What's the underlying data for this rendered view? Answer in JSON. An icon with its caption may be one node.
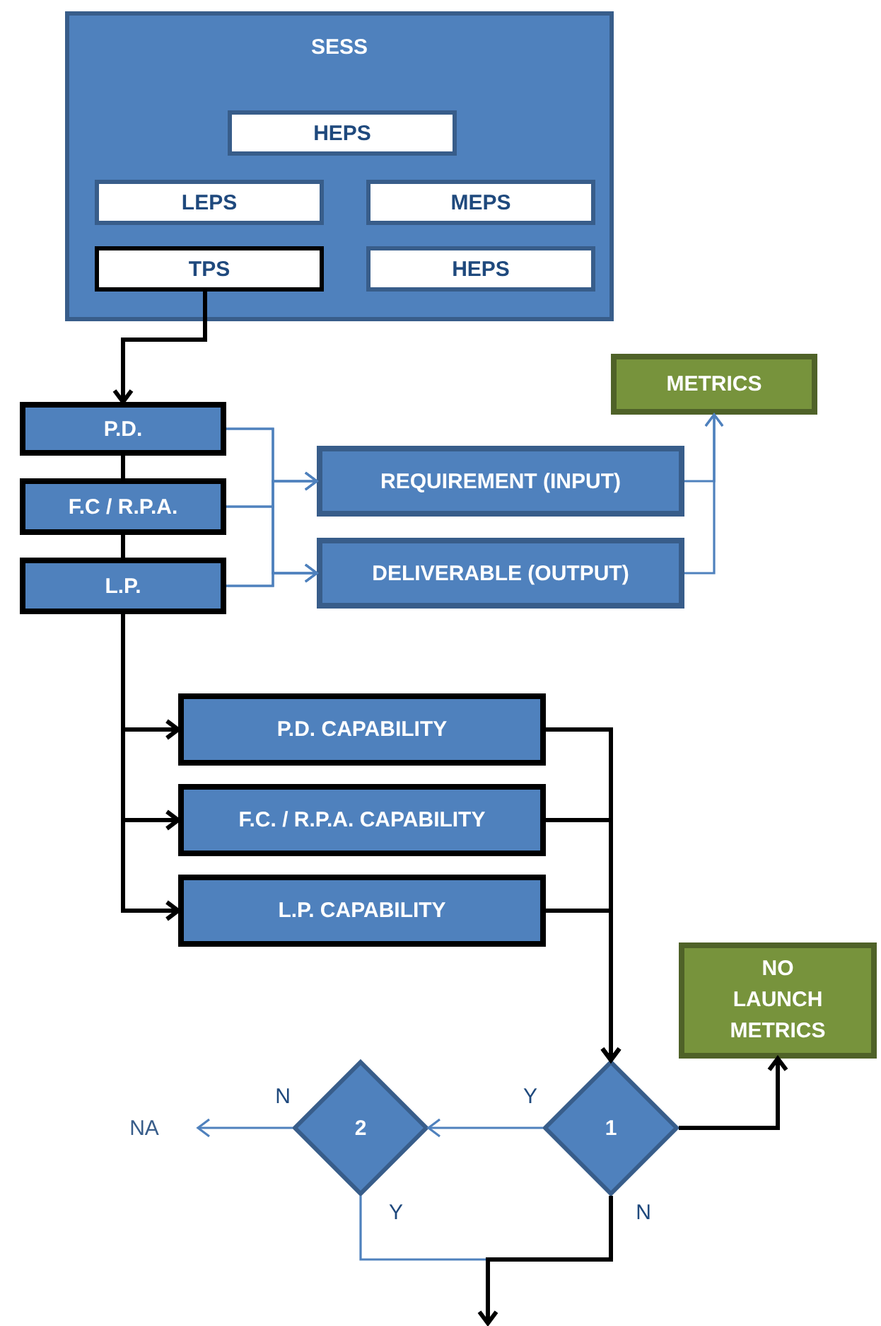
{
  "diagram": {
    "nodes": [
      {
        "text": [
          "SESS"
        ]
      },
      {
        "text": [
          "HEPS"
        ],
        "in": 0
      },
      {
        "text": [
          "LEPS"
        ],
        "in": 0
      },
      {
        "text": [
          "MEPS"
        ],
        "in": 0
      },
      {
        "text": [
          "TPS"
        ],
        "in": 0
      },
      {
        "text": [
          "HEPS"
        ],
        "in": 0
      },
      {
        "text": [
          "P.D."
        ]
      },
      {
        "text": [
          "F.C / R.P.A."
        ]
      },
      {
        "text": [
          "L.P."
        ]
      },
      {
        "text": [
          "REQUIREMENT (INPUT)"
        ]
      },
      {
        "text": [
          "DELIVERABLE (OUTPUT)"
        ]
      },
      {
        "text": [
          "METRICS"
        ]
      },
      {
        "text": [
          "P.D. CAPABILITY"
        ]
      },
      {
        "text": [
          "F.C. / R.P.A. CAPABILITY"
        ]
      },
      {
        "text": [
          "L.P. CAPABILITY"
        ]
      },
      {
        "text": [
          "1"
        ]
      },
      {
        "text": [
          "NO LAUNCH METRICS"
        ]
      },
      {
        "text": [
          "2"
        ]
      },
      {
        "text": [
          "NA"
        ]
      }
    ],
    "edges": [
      {
        "from": 4,
        "to": 6,
        "arrow": "to"
      },
      {
        "from": 6,
        "to": 7,
        "arrow": "none"
      },
      {
        "from": 7,
        "to": 8,
        "arrow": "none"
      },
      {
        "from": 6,
        "to": 9,
        "arrow": "to",
        "color": "#4f81bd"
      },
      {
        "from": 6,
        "to": 10,
        "arrow": "to",
        "color": "#4f81bd"
      },
      {
        "from": 7,
        "to": 9,
        "arrow": "to",
        "color": "#4f81bd"
      },
      {
        "from": 7,
        "to": 10,
        "arrow": "to",
        "color": "#4f81bd"
      },
      {
        "from": 8,
        "to": 9,
        "arrow": "to",
        "color": "#4f81bd"
      },
      {
        "from": 8,
        "to": 10,
        "arrow": "to",
        "color": "#4f81bd"
      },
      {
        "from": 9,
        "to": 11,
        "arrow": "to",
        "color": "#4f81bd"
      },
      {
        "from": 10,
        "to": 11,
        "arrow": "to",
        "color": "#4f81bd"
      },
      {
        "from": 8,
        "to": 12,
        "arrow": "to"
      },
      {
        "from": 8,
        "to": 13,
        "arrow": "to"
      },
      {
        "from": 8,
        "to": 14,
        "arrow": "to"
      },
      {
        "from": 12,
        "to": 15,
        "arrow": "to"
      },
      {
        "from": 13,
        "to": 15,
        "arrow": "to"
      },
      {
        "from": 14,
        "to": 15,
        "arrow": "to"
      },
      {
        "from": 15,
        "to": 16,
        "arrow": "to"
      },
      {
        "from": 15,
        "to": 17,
        "arrow": "to",
        "label": "Y",
        "color": "#4f81bd"
      },
      {
        "from": 17,
        "to": 18,
        "arrow": "to",
        "label": "N",
        "color": "#4f81bd"
      },
      {
        "from": 15,
        "to": null,
        "arrow": "to",
        "label": "N"
      },
      {
        "from": 17,
        "to": null,
        "arrow": "to",
        "label": "Y",
        "color": "#4f81bd"
      }
    ]
  }
}
